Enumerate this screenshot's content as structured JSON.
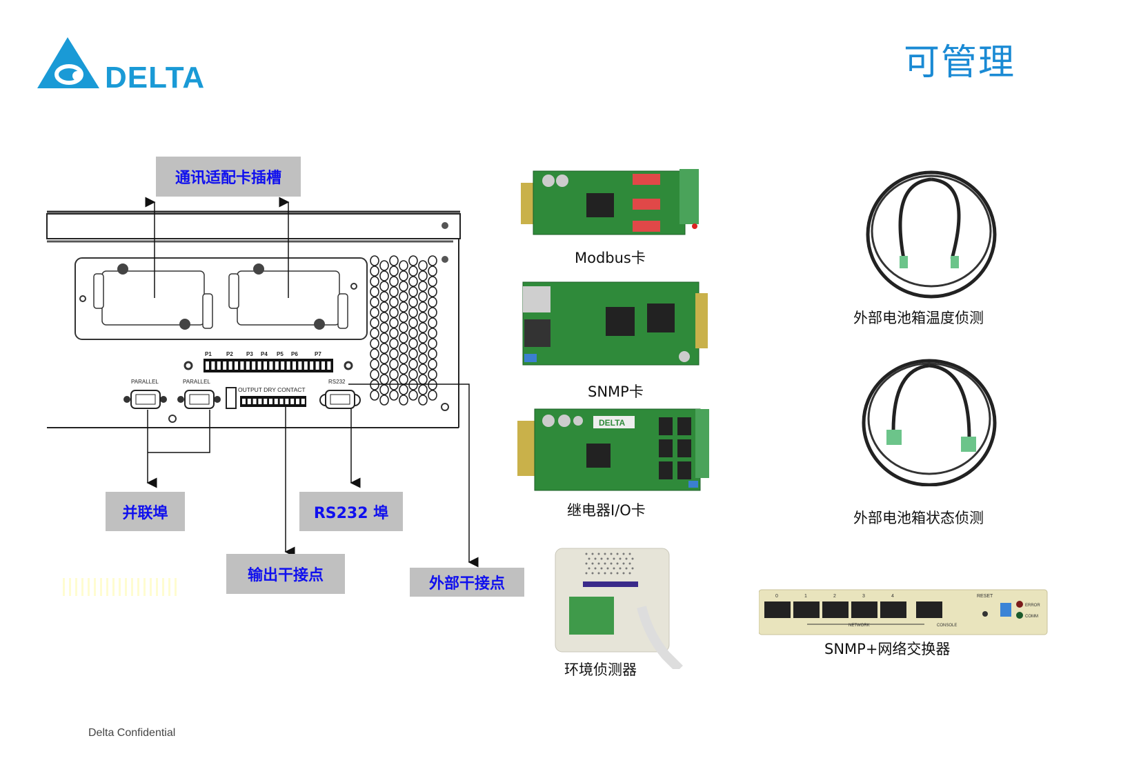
{
  "header": {
    "logo_text": "DELTA",
    "title": "可管理"
  },
  "diagram": {
    "callouts": {
      "slot": "通讯适配卡插槽",
      "parallel": "并联埠",
      "rs232": "RS232  埠",
      "output_dry": "输出干接点",
      "external_dry": "外部干接点"
    },
    "panel_labels": {
      "ports": [
        "P1",
        "P2",
        "P3",
        "P4",
        "P5",
        "P6",
        "P7"
      ],
      "parallel_1": "PARALLEL",
      "parallel_2": "PARALLEL",
      "output_dry_contact": "OUTPUT DRY CONTACT",
      "rs232": "RS232"
    }
  },
  "products": [
    {
      "id": "modbus",
      "caption": "Modbus卡"
    },
    {
      "id": "snmp",
      "caption": "SNMP卡"
    },
    {
      "id": "relay",
      "caption": "继电器I/O卡"
    },
    {
      "id": "env",
      "caption": "环境侦测器"
    },
    {
      "id": "temp-cable",
      "caption": "外部电池箱温度侦测"
    },
    {
      "id": "status-cable",
      "caption": "外部电池箱状态侦测"
    },
    {
      "id": "switch",
      "caption": "SNMP+网络交换器"
    }
  ],
  "switch_labels": {
    "ports": [
      "0",
      "1",
      "2",
      "3",
      "4"
    ],
    "network": "NETWORK",
    "console": "CONSOLE",
    "reset": "RESET",
    "error": "ERROR",
    "comm": "COMM"
  },
  "relay_logo": "DELTA",
  "footer": "Delta Confidential",
  "colors": {
    "brand_blue": "#1a9ad6",
    "title_blue": "#1a8ad4",
    "callout_bg": "#c0c0c0",
    "callout_text": "#1010ee",
    "pcb_green": "#2f8a3a"
  }
}
